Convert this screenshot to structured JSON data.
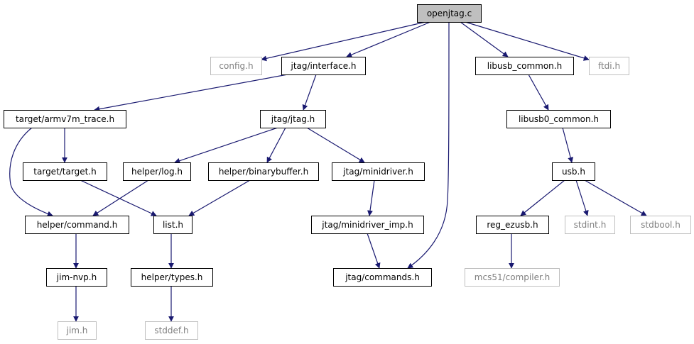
{
  "graph": {
    "edge_color": "#191970",
    "nodes": [
      {
        "id": "openjtag_c",
        "label": "openjtag.c",
        "kind": "root"
      },
      {
        "id": "config_h",
        "label": "config.h",
        "kind": "external"
      },
      {
        "id": "jtag_interface_h",
        "label": "jtag/interface.h",
        "kind": "local"
      },
      {
        "id": "libusb_common_h",
        "label": "libusb_common.h",
        "kind": "local"
      },
      {
        "id": "ftdi_h",
        "label": "ftdi.h",
        "kind": "external"
      },
      {
        "id": "target_armv7m_trace_h",
        "label": "target/armv7m_trace.h",
        "kind": "local"
      },
      {
        "id": "jtag_jtag_h",
        "label": "jtag/jtag.h",
        "kind": "local"
      },
      {
        "id": "libusb0_common_h",
        "label": "libusb0_common.h",
        "kind": "local"
      },
      {
        "id": "target_target_h",
        "label": "target/target.h",
        "kind": "local"
      },
      {
        "id": "helper_log_h",
        "label": "helper/log.h",
        "kind": "local"
      },
      {
        "id": "helper_binarybuffer_h",
        "label": "helper/binarybuffer.h",
        "kind": "local"
      },
      {
        "id": "jtag_minidriver_h",
        "label": "jtag/minidriver.h",
        "kind": "local"
      },
      {
        "id": "usb_h",
        "label": "usb.h",
        "kind": "local"
      },
      {
        "id": "helper_command_h",
        "label": "helper/command.h",
        "kind": "local"
      },
      {
        "id": "list_h",
        "label": "list.h",
        "kind": "local"
      },
      {
        "id": "jtag_minidriver_imp_h",
        "label": "jtag/minidriver_imp.h",
        "kind": "local"
      },
      {
        "id": "reg_ezusb_h",
        "label": "reg_ezusb.h",
        "kind": "local"
      },
      {
        "id": "stdint_h",
        "label": "stdint.h",
        "kind": "external"
      },
      {
        "id": "stdbool_h",
        "label": "stdbool.h",
        "kind": "external"
      },
      {
        "id": "jim_nvp_h",
        "label": "jim-nvp.h",
        "kind": "local"
      },
      {
        "id": "helper_types_h",
        "label": "helper/types.h",
        "kind": "local"
      },
      {
        "id": "jtag_commands_h",
        "label": "jtag/commands.h",
        "kind": "local"
      },
      {
        "id": "mcs51_compiler_h",
        "label": "mcs51/compiler.h",
        "kind": "external"
      },
      {
        "id": "jim_h",
        "label": "jim.h",
        "kind": "external"
      },
      {
        "id": "stddef_h",
        "label": "stddef.h",
        "kind": "external"
      }
    ],
    "edges": [
      {
        "from": "openjtag_c",
        "to": "config_h"
      },
      {
        "from": "openjtag_c",
        "to": "jtag_interface_h"
      },
      {
        "from": "openjtag_c",
        "to": "jtag_commands_h"
      },
      {
        "from": "openjtag_c",
        "to": "libusb_common_h"
      },
      {
        "from": "openjtag_c",
        "to": "ftdi_h"
      },
      {
        "from": "jtag_interface_h",
        "to": "target_armv7m_trace_h"
      },
      {
        "from": "jtag_interface_h",
        "to": "jtag_jtag_h"
      },
      {
        "from": "target_armv7m_trace_h",
        "to": "target_target_h"
      },
      {
        "from": "target_armv7m_trace_h",
        "to": "helper_command_h"
      },
      {
        "from": "jtag_jtag_h",
        "to": "helper_log_h"
      },
      {
        "from": "jtag_jtag_h",
        "to": "helper_binarybuffer_h"
      },
      {
        "from": "jtag_jtag_h",
        "to": "jtag_minidriver_h"
      },
      {
        "from": "target_target_h",
        "to": "list_h"
      },
      {
        "from": "helper_log_h",
        "to": "helper_command_h"
      },
      {
        "from": "helper_binarybuffer_h",
        "to": "list_h"
      },
      {
        "from": "jtag_minidriver_h",
        "to": "jtag_minidriver_imp_h"
      },
      {
        "from": "jtag_minidriver_imp_h",
        "to": "jtag_commands_h"
      },
      {
        "from": "helper_command_h",
        "to": "jim_nvp_h"
      },
      {
        "from": "jim_nvp_h",
        "to": "jim_h"
      },
      {
        "from": "list_h",
        "to": "helper_types_h"
      },
      {
        "from": "helper_types_h",
        "to": "stddef_h"
      },
      {
        "from": "libusb_common_h",
        "to": "libusb0_common_h"
      },
      {
        "from": "libusb0_common_h",
        "to": "usb_h"
      },
      {
        "from": "usb_h",
        "to": "reg_ezusb_h"
      },
      {
        "from": "usb_h",
        "to": "stdint_h"
      },
      {
        "from": "usb_h",
        "to": "stdbool_h"
      },
      {
        "from": "reg_ezusb_h",
        "to": "mcs51_compiler_h"
      }
    ]
  }
}
